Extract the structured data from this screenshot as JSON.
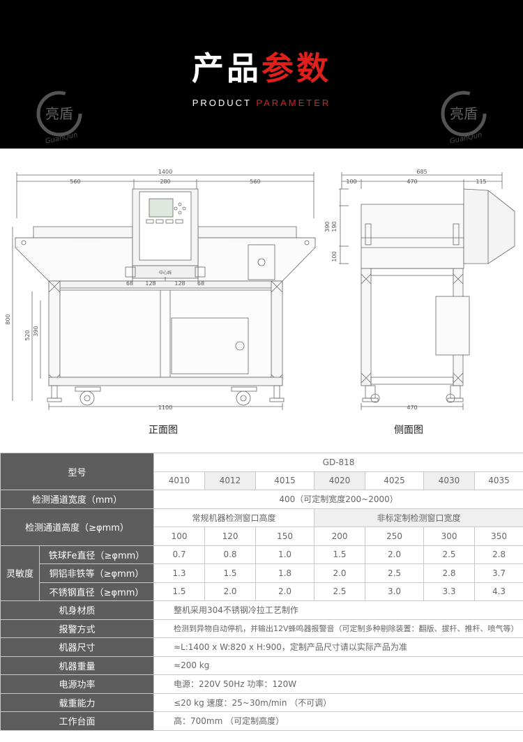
{
  "banner": {
    "title_white": "产品",
    "title_red": "参数",
    "subtitle_white": "PRODUCT ",
    "subtitle_red": "PARAMETER",
    "logo_cn": "亮盾",
    "logo_en": "GuanQun"
  },
  "drawing": {
    "front": {
      "caption": "正面图",
      "dims": {
        "total_width": "1400",
        "left_span": "560",
        "center_span": "280",
        "right_span": "560",
        "total_height": "800",
        "table_height": "520",
        "channel_height": "390",
        "base_width": "1100",
        "foot_68_left": "68",
        "foot_128_left": "128",
        "foot_128_right": "128",
        "foot_68_right": "68",
        "center_line": "中心线"
      }
    },
    "side": {
      "caption": "侧面图",
      "dims": {
        "total_depth": "685",
        "left_part": "100",
        "middle_part": "470",
        "right_part": "115",
        "height_390": "390",
        "height_190": "190",
        "height_100": "100",
        "base_width": "470"
      }
    }
  },
  "spec": {
    "model_label": "型号",
    "model_value": "GD-818",
    "models": [
      "4010",
      "4012",
      "4015",
      "4020",
      "4025",
      "4030",
      "4035"
    ],
    "width_label": "检测通道宽度（mm）",
    "width_value": "400（可定制宽度200~2000）",
    "height_label": "检测通道高度（≥φmm）",
    "height_regular": "常规机器检测窗口高度",
    "height_custom": "非标定制检测窗口宽度",
    "heights": [
      "100",
      "120",
      "150",
      "200",
      "250",
      "300",
      "350"
    ],
    "sensitivity_label": "灵敏度",
    "sensitivity": [
      {
        "label": "铁球Fe直径（≥φmm）",
        "values": [
          "0.7",
          "0.8",
          "1.0",
          "1.5",
          "2.0",
          "2.5",
          "2.8"
        ]
      },
      {
        "label": "铜铝非铁等（≥φmm）",
        "values": [
          "1.3",
          "1.5",
          "1.8",
          "2.0",
          "2.5",
          "2.8",
          "3.7"
        ]
      },
      {
        "label": "不锈钢直径（≥φmm）",
        "values": [
          "1.5",
          "2.0",
          "2.0",
          "2.5",
          "3.0",
          "3.3",
          "4.3"
        ]
      }
    ],
    "rows": [
      {
        "label": "机身材质",
        "value": "整机采用304不锈钢冷拉工艺制作"
      },
      {
        "label": "报警方式",
        "value": "检测到异物自动停机，并输出12V蜂鸣器报警音（可定制多种剔除装置：翻版、拔杆、推杆、喷气等）"
      },
      {
        "label": "机器尺寸",
        "value": "≈L:1400 x W:820 x H:900，定制产品尺寸请以实际产品为准"
      },
      {
        "label": "机器重量",
        "value": "≈200 kg"
      },
      {
        "label": "电源功率",
        "value": "电源：220V  50Hz     功率：120W"
      },
      {
        "label": "载重能力",
        "value": "≤20 kg   速度：25~30m/min （不可调）"
      },
      {
        "label": "工作台面",
        "value": "高：700mm （可定制高度）"
      }
    ]
  }
}
